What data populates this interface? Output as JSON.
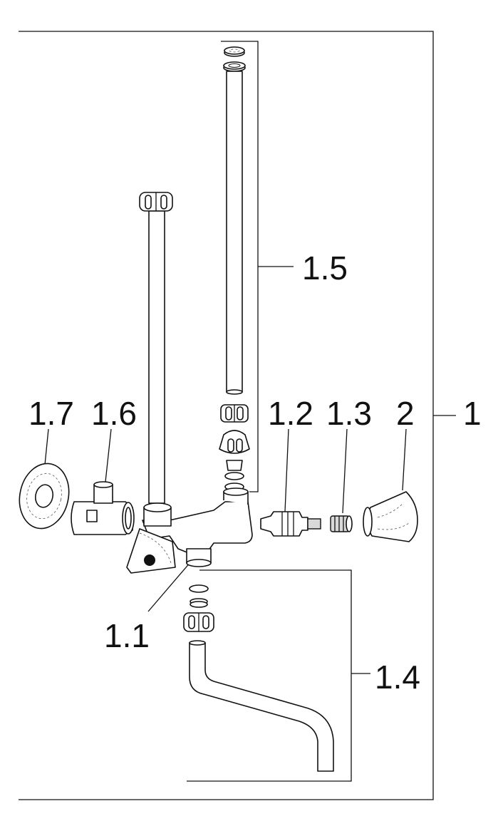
{
  "labels": {
    "assembly": "1",
    "body": "1.1",
    "cartridge": "1.2",
    "adapter": "1.3",
    "handle": "2",
    "spout": "1.4",
    "riser": "1.5",
    "valve": "1.6",
    "rosette": "1.7"
  }
}
